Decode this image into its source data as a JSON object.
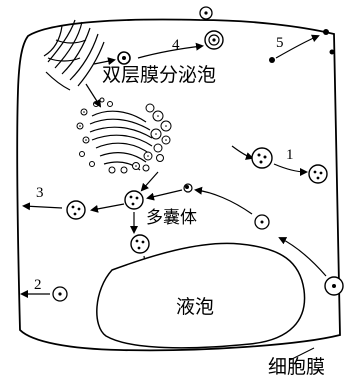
{
  "labels": {
    "double_membrane_secretory_vesicle": "双层膜分泌泡",
    "multivesicular_body": "多囊体",
    "vacuole": "液泡",
    "cell_membrane": "细胞膜"
  },
  "pathways": [
    "1",
    "2",
    "3",
    "4",
    "5"
  ]
}
